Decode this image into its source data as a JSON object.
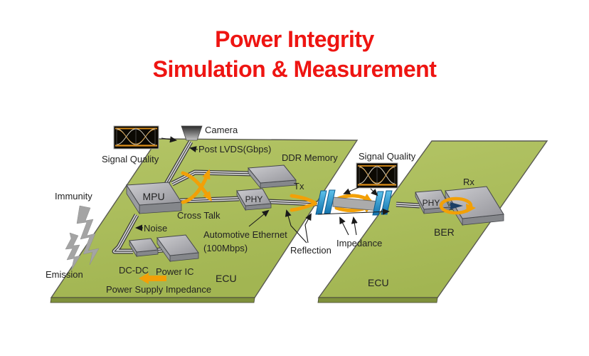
{
  "title": {
    "line1": "Power Integrity",
    "line2": "Simulation & Measurement"
  },
  "diagram": {
    "labels": {
      "signal_quality_left": "Signal Quality",
      "camera": "Camera",
      "post_lvds": "Post LVDS(Gbps)",
      "ddr_memory": "DDR Memory",
      "mpu": "MPU",
      "cross_talk": "Cross Talk",
      "tx": "Tx",
      "noise": "Noise",
      "automotive_ethernet_line1": "Automotive Ethernet",
      "automotive_ethernet_line2": "(100Mbps)",
      "dc_dc": "DC-DC",
      "power_ic": "Power IC",
      "power_supply_impedance": "Power Supply Impedance",
      "ecu_left": "ECU",
      "immunity": "Immunity",
      "emission": "Emission",
      "signal_quality_right": "Signal Quality",
      "reflection": "Reflection",
      "impedance": "Impedance",
      "phy_left": "PHY",
      "phy_right": "PHY",
      "rx": "Rx",
      "ber": "BER",
      "ecu_right": "ECU"
    },
    "colors": {
      "title_red": "#ee1512",
      "board_green": "#a9bc5c",
      "board_edge": "#7f913c",
      "accent_orange": "#f2a007",
      "connector_blue": "#2f9bd6",
      "box_gray": "#b4b4b8",
      "label_text": "#222222"
    }
  }
}
